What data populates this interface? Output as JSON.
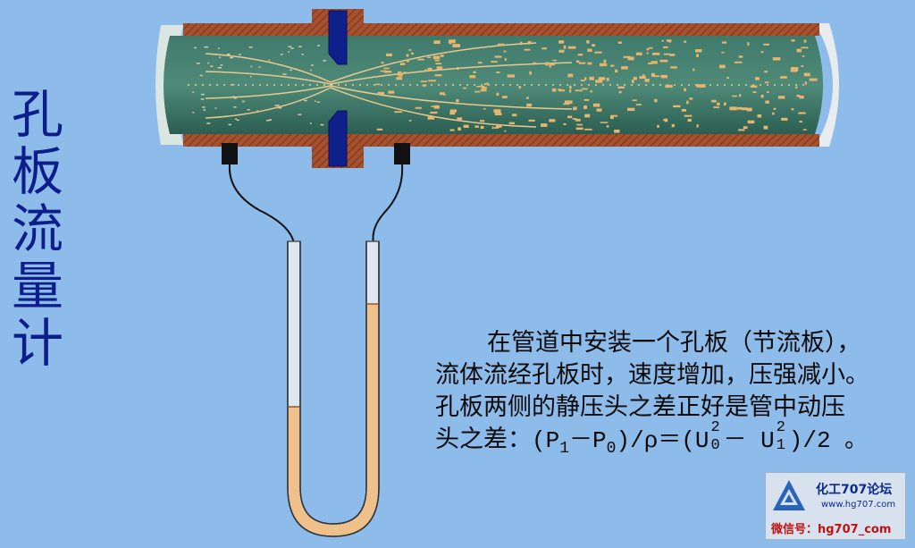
{
  "title_chars": [
    "孔",
    "板",
    "流",
    "量",
    "计"
  ],
  "description": {
    "line1": "在管道中安装一个孔板（节流板），",
    "line2": "流体流经孔板时，速度增加，压强减小。",
    "line3": "孔板两侧的静压头之差正好是管中动压",
    "line4_prefix": "头之差：",
    "formula": {
      "p1": "P",
      "p1_sub": "1",
      "p0": "P",
      "p0_sub": "0",
      "rho": "ρ",
      "u0": "U",
      "u0_sub": "0",
      "u0_sup": "2",
      "u1": "U",
      "u1_sub": "1",
      "u1_sup": "2",
      "div": "/2",
      "end": "。"
    }
  },
  "logo": {
    "title": "化工707论坛",
    "url": "www.hg707.com",
    "wechat": "微信号：hg707_com"
  },
  "colors": {
    "background": "#8dbbea",
    "pipe_wall": "#a5502e",
    "fluid": "#2e6a5c",
    "orifice_plate": "#10208a",
    "manometer_liquid": "#f0c08a",
    "title_color": "#0d1d8a"
  }
}
